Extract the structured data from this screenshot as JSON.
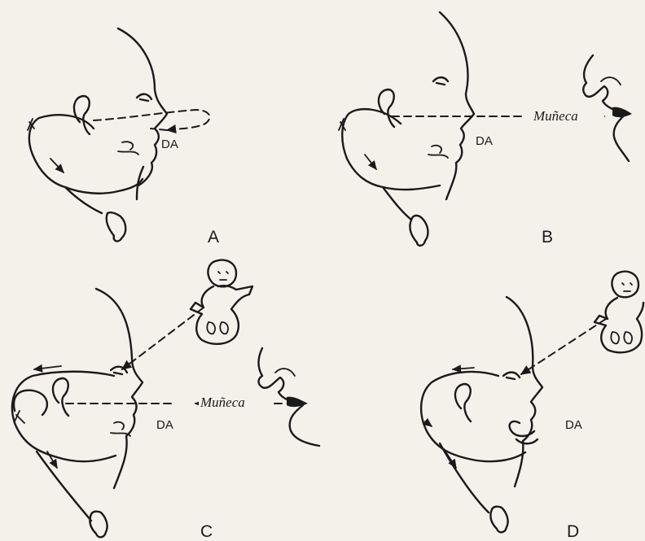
{
  "panels": [
    {
      "id": "A",
      "label": "A",
      "da_label": "DA"
    },
    {
      "id": "B",
      "label": "B",
      "da_label": "DA",
      "target_label": "Muñeca"
    },
    {
      "id": "C",
      "label": "C",
      "da_label": "DA",
      "target_label": "Muñeca"
    },
    {
      "id": "D",
      "label": "D",
      "da_label": "DA"
    }
  ],
  "colors": {
    "ink": "#1a1a1a",
    "paper": "#f3f1ea"
  }
}
